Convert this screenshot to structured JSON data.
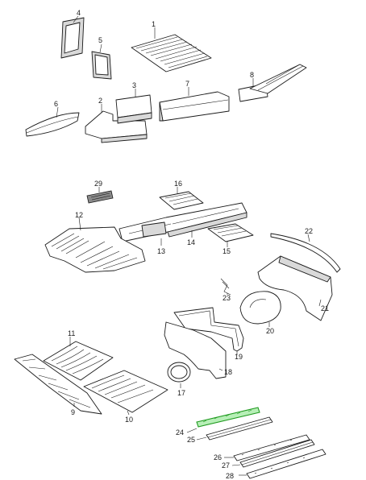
{
  "diagram": {
    "highlight_color": "#b7efb7",
    "line_color": "#1a1a1a",
    "callouts": [
      "1",
      "2",
      "3",
      "4",
      "5",
      "6",
      "7",
      "8",
      "9",
      "10",
      "11",
      "12",
      "13",
      "14",
      "15",
      "16",
      "17",
      "18",
      "19",
      "20",
      "21",
      "22",
      "23",
      "24",
      "25",
      "26",
      "27",
      "28",
      "29"
    ],
    "highlighted_part": "24"
  }
}
